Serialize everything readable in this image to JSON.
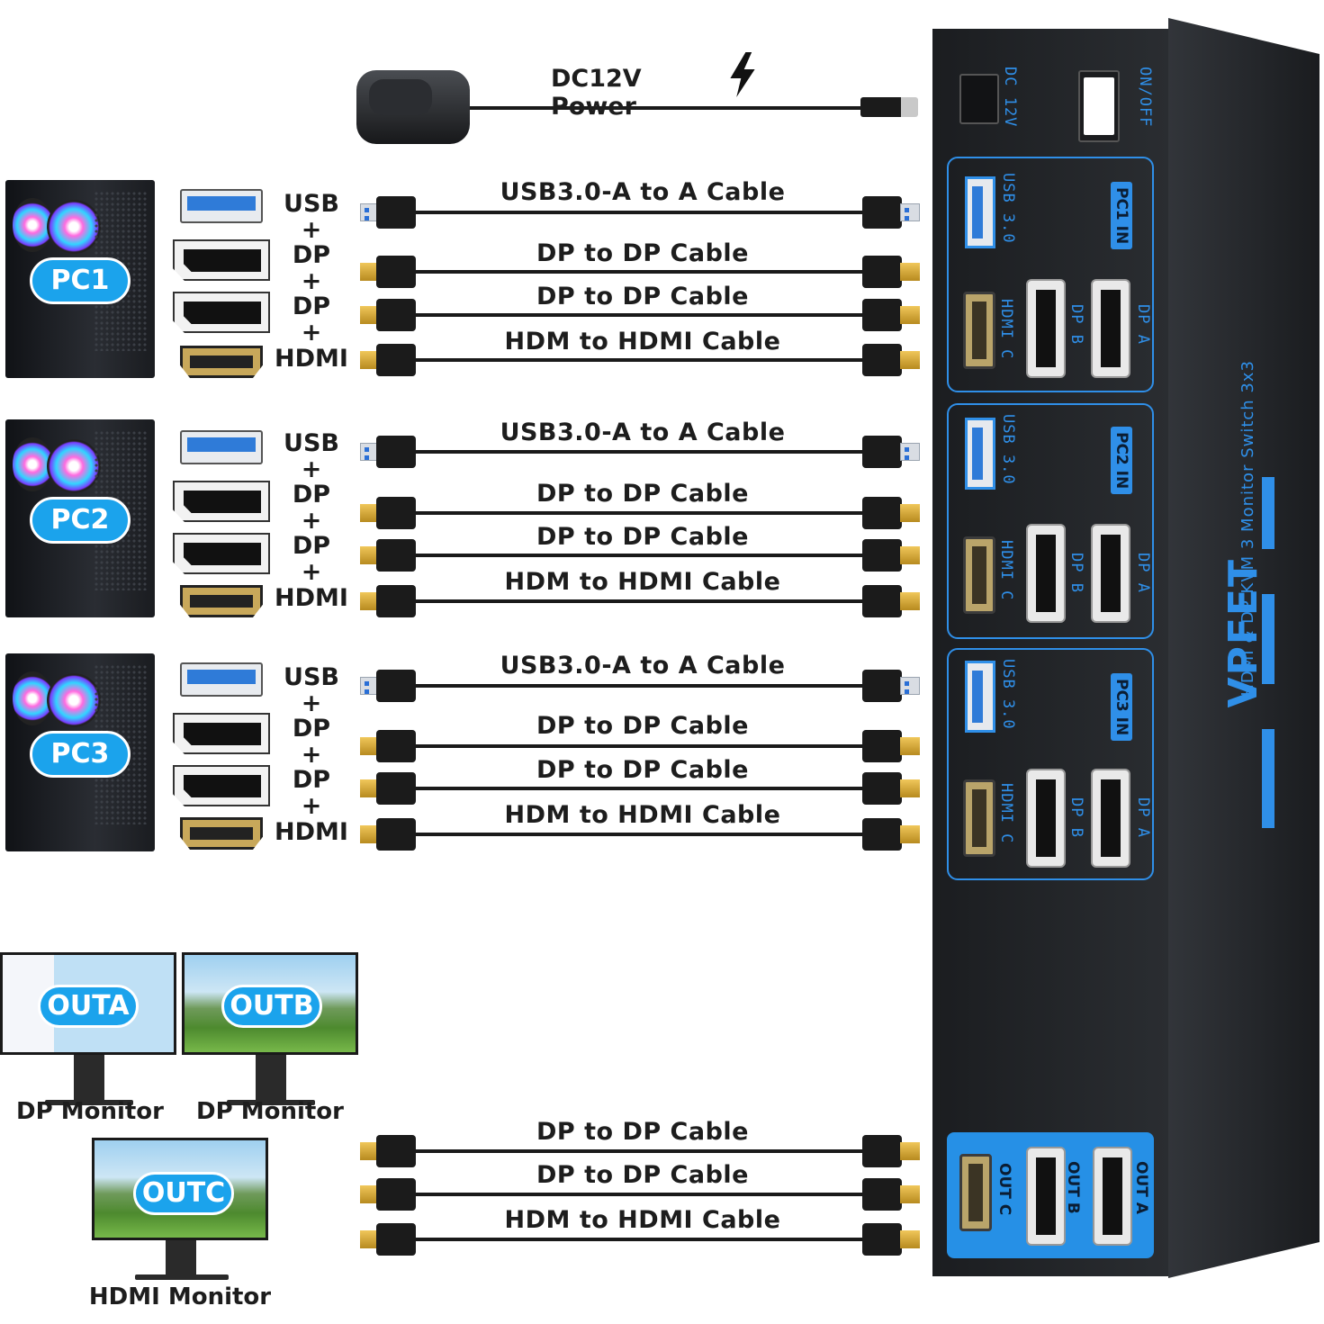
{
  "power": {
    "label": "DC12V Power"
  },
  "pcs": [
    {
      "badge": "PC1",
      "stack": [
        "USB",
        "+",
        "DP",
        "+",
        "DP",
        "+",
        "HDMI"
      ],
      "cables": [
        {
          "type": "usb",
          "label": "USB3.0-A to A Cable"
        },
        {
          "type": "dp",
          "label": "DP to DP Cable"
        },
        {
          "type": "dp",
          "label": "DP to DP Cable"
        },
        {
          "type": "hdmi",
          "label": "HDM to HDMI Cable"
        }
      ]
    },
    {
      "badge": "PC2",
      "stack": [
        "USB",
        "+",
        "DP",
        "+",
        "DP",
        "+",
        "HDMI"
      ],
      "cables": [
        {
          "type": "usb",
          "label": "USB3.0-A to A Cable"
        },
        {
          "type": "dp",
          "label": "DP to DP Cable"
        },
        {
          "type": "dp",
          "label": "DP to DP Cable"
        },
        {
          "type": "hdmi",
          "label": "HDM to HDMI Cable"
        }
      ]
    },
    {
      "badge": "PC3",
      "stack": [
        "USB",
        "+",
        "DP",
        "+",
        "DP",
        "+",
        "HDMI"
      ],
      "cables": [
        {
          "type": "usb",
          "label": "USB3.0-A to A Cable"
        },
        {
          "type": "dp",
          "label": "DP to DP Cable"
        },
        {
          "type": "dp",
          "label": "DP to DP Cable"
        },
        {
          "type": "hdmi",
          "label": "HDM to HDMI Cable"
        }
      ]
    }
  ],
  "monitors": [
    {
      "badge": "OUTA",
      "name": "DP Monitor"
    },
    {
      "badge": "OUTB",
      "name": "DP Monitor"
    },
    {
      "badge": "OUTC",
      "name": "HDMI Monitor"
    }
  ],
  "output_cables": [
    {
      "type": "dp",
      "label": "DP to DP Cable"
    },
    {
      "type": "dp",
      "label": "DP to DP Cable"
    },
    {
      "type": "hdmi",
      "label": "HDM to HDMI Cable"
    }
  ],
  "kvm": {
    "dc_label": "DC 12V",
    "switch_label": "ON/OFF",
    "groups": [
      {
        "label": "PC1 IN",
        "usb": "USB 3.0",
        "hdmi": "HDMI C",
        "dpb": "DP B",
        "dpa": "DP A"
      },
      {
        "label": "PC2 IN",
        "usb": "USB 3.0",
        "hdmi": "HDMI C",
        "dpb": "DP B",
        "dpa": "DP A"
      },
      {
        "label": "PC3 IN",
        "usb": "USB 3.0",
        "hdmi": "HDMI C",
        "dpb": "DP B",
        "dpa": "DP A"
      }
    ],
    "outputs": {
      "c": "OUT C",
      "b": "OUT B",
      "a": "OUT A"
    },
    "brand": "VPFET",
    "model": "HDMI & DP KVM 3 Monitor Switch 3x3"
  },
  "colors": {
    "accent": "#1ba3ec",
    "kvm_blue": "#2f8fe8",
    "cable": "#1a1a1a"
  }
}
